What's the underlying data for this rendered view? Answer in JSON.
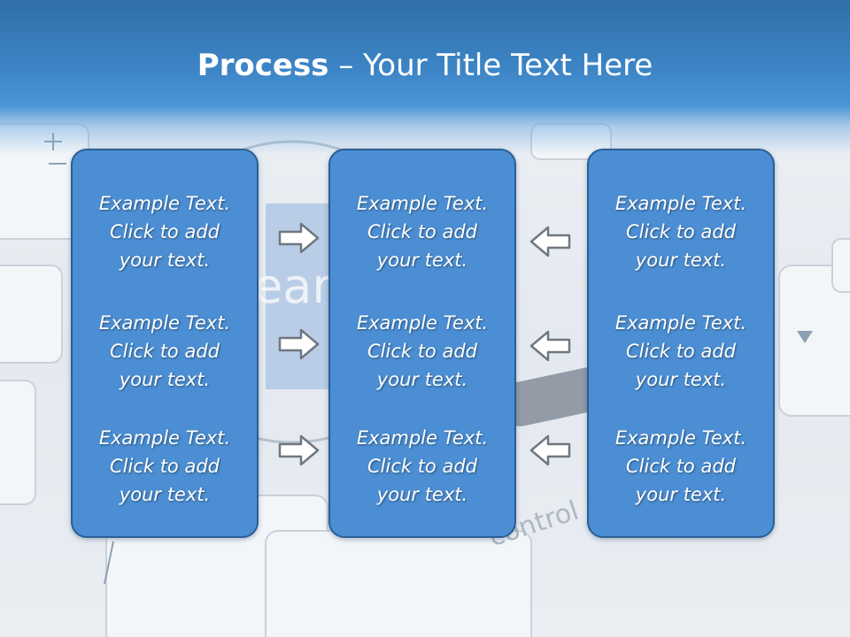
{
  "header": {
    "title_bold": "Process",
    "title_rest": " – Your Title Text Here"
  },
  "background": {
    "keyboard_words": [
      "ear",
      "control"
    ]
  },
  "columns": [
    {
      "items": [
        {
          "line1": "Example Text.",
          "line2": "Click  to add",
          "line3": "your text."
        },
        {
          "line1": "Example Text.",
          "line2": "Click  to add",
          "line3": "your text."
        },
        {
          "line1": "Example Text.",
          "line2": "Click  to add",
          "line3": "your text."
        }
      ]
    },
    {
      "items": [
        {
          "line1": "Example Text.",
          "line2": "Click  to add",
          "line3": "your text."
        },
        {
          "line1": "Example Text.",
          "line2": "Click  to add",
          "line3": "your text."
        },
        {
          "line1": "Example Text.",
          "line2": "Click  to add",
          "line3": "your text."
        }
      ]
    },
    {
      "items": [
        {
          "line1": "Example Text.",
          "line2": "Click  to add",
          "line3": "your text."
        },
        {
          "line1": "Example Text.",
          "line2": "Click  to add",
          "line3": "your text."
        },
        {
          "line1": "Example Text.",
          "line2": "Click  to add",
          "line3": "your text."
        }
      ]
    }
  ],
  "arrows": {
    "left_group": [
      "right-arrow-icon",
      "right-arrow-icon",
      "right-arrow-icon"
    ],
    "right_group": [
      "left-arrow-icon",
      "left-arrow-icon",
      "left-arrow-icon"
    ]
  },
  "colors": {
    "header": "#3d85c6",
    "box_fill": "#4b8ed3",
    "box_border": "#2a5f95",
    "text": "#ffffff"
  }
}
